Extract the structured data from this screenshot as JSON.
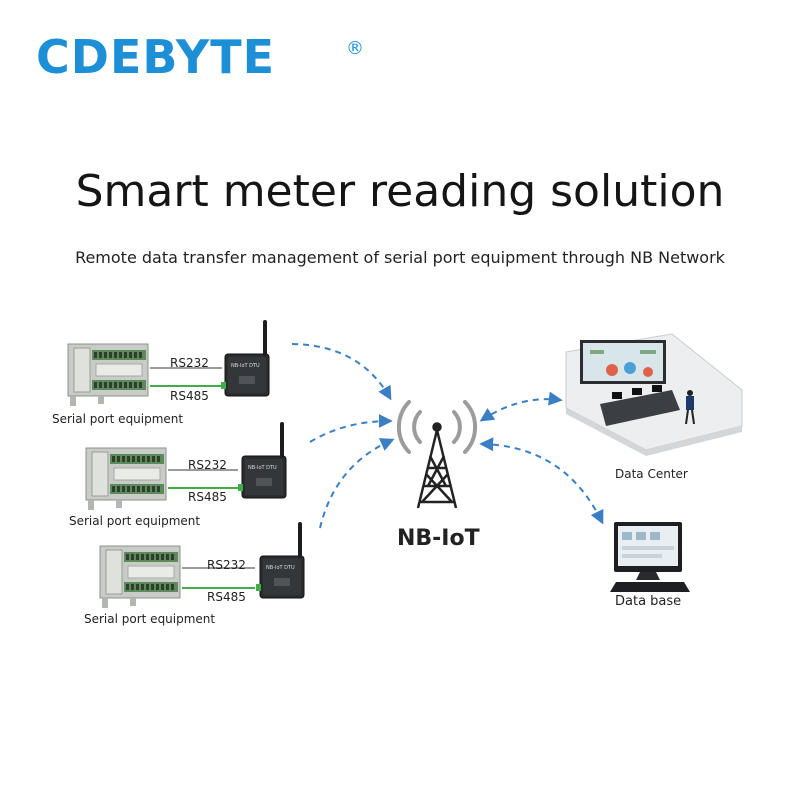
{
  "header": {
    "brand": "CDEBYTE",
    "registered_mark": "®",
    "title": "Smart meter reading solution",
    "subtitle": "Remote data transfer management of serial port equipment through NB Network"
  },
  "groups": [
    {
      "device_label": "Serial port equipment",
      "port_top": "RS232",
      "port_bottom": "RS485",
      "dtu_text": "NB-IoT DTU"
    },
    {
      "device_label": "Serial port equipment",
      "port_top": "RS232",
      "port_bottom": "RS485",
      "dtu_text": "NB-IoT DTU"
    },
    {
      "device_label": "Serial port equipment",
      "port_top": "RS232",
      "port_bottom": "RS485",
      "dtu_text": "NB-IoT DTU"
    }
  ],
  "network": {
    "label": "NB-IoT"
  },
  "endpoints": {
    "data_center": "Data Center",
    "database": "Data base"
  },
  "colors": {
    "brand": "#1d8fd6",
    "arrow": "#3a7fc4",
    "rs485_line": "#3fae49",
    "rs232_line": "#9a9a9a"
  }
}
